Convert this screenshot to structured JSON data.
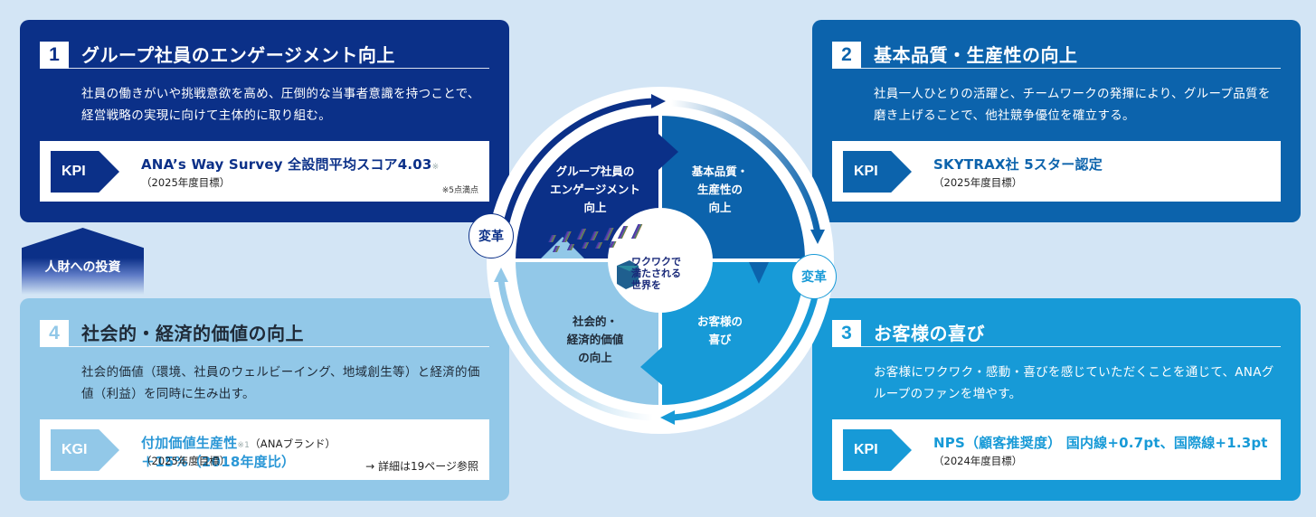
{
  "colors": {
    "background": "#d3e5f5",
    "pillar1": "#0b3088",
    "pillar2": "#0c63ac",
    "pillar3": "#179ad7",
    "pillar4": "#92c8e8",
    "white": "#ffffff"
  },
  "pillars": [
    {
      "number": "1",
      "title": "グループ社員のエンゲージメント向上",
      "description": "社員の働きがいや挑戦意欲を高め、圧倒的な当事者意識を持つことで、経営戦略の実現に向けて主体的に取り組む。",
      "indicator_type": "KPI",
      "indicator_main": "ANA’s Way Survey 全設問平均スコア4.03",
      "indicator_mark": "※",
      "indicator_sub": "（2025年度目標）",
      "indicator_note": "※5点満点"
    },
    {
      "number": "2",
      "title": "基本品質・生産性の向上",
      "description": "社員一人ひとりの活躍と、チームワークの発揮により、グループ品質を磨き上げることで、他社競争優位を確立する。",
      "indicator_type": "KPI",
      "indicator_main": "SKYTRAX社 5スター認定",
      "indicator_sub": "（2025年度目標）"
    },
    {
      "number": "3",
      "title": "お客様の喜び",
      "description": "お客様にワクワク・感動・喜びを感じていただくことを通じて、ANAグループのファンを増やす。",
      "indicator_type": "KPI",
      "indicator_main": "NPS（顧客推奨度） 国内線+0.7pt、国際線+1.3pt",
      "indicator_sub": "（2024年度目標）"
    },
    {
      "number": "4",
      "title": "社会的・経済的価値の向上",
      "description": "社会的価値（環境、社員のウェルビーイング、地域創生等）と経済的価値（利益）を同時に生み出す。",
      "indicator_type": "KGI",
      "indicator_main_a": "付加価値生産性",
      "indicator_mark": "※1",
      "indicator_mid": "（ANAブランド）",
      "indicator_main_b": "＋15%（2018年度比）",
      "indicator_sub": "（2025年度目標）",
      "indicator_ref": "→ 詳細は19ページ参照"
    }
  ],
  "investment_tag": "人財への投資",
  "cycle": {
    "quadrants": [
      "グループ社員の\nエンゲージメント\n向上",
      "基本品質・\n生産性の\n向上",
      "お客様の\n喜び",
      "社会的・\n経済的価値\nの向上"
    ],
    "transform_label": "変革",
    "center_text": "ワクワクで\n満たされる\n世界を"
  }
}
